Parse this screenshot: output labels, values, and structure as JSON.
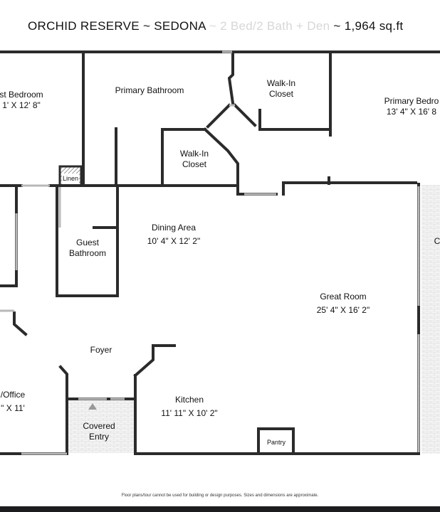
{
  "header": {
    "property": "ORCHID RESERVE ~ SEDONA",
    "faded_sep": " ~ 2 Bed/2 Bath + Den ",
    "sep": "~",
    "area": "1,964 sq.ft"
  },
  "rooms": {
    "guest_bedroom": {
      "name": "st Bedroom",
      "dims": "1' X 12' 8\""
    },
    "primary_bathroom": {
      "name": "Primary Bathroom"
    },
    "walkin_closet_top": {
      "line1": "Walk-In",
      "line2": "Closet"
    },
    "primary_bedroom": {
      "name": "Primary Bedro",
      "dims": "13' 4\" X 16' 8"
    },
    "walkin_closet_mid": {
      "line1": "Walk-In",
      "line2": "Closet"
    },
    "linen": {
      "name": "Linen"
    },
    "dining_area": {
      "name": "Dining Area",
      "dims": "10' 4\" X 12' 2\""
    },
    "guest_bathroom": {
      "line1": "Guest",
      "line2": "Bathroom"
    },
    "great_room": {
      "name": "Great Room",
      "dims": "25' 4\" X 16' 2\""
    },
    "foyer": {
      "name": "Foyer"
    },
    "office": {
      "name": "/Office",
      "dims": "\" X 11'"
    },
    "kitchen": {
      "name": "Kitchen",
      "dims": "11' 11\" X 10' 2\""
    },
    "covered_entry": {
      "line1": "Covered",
      "line2": "Entry"
    },
    "pantry": {
      "name": "Pantry"
    },
    "patio_cut": {
      "name": "C"
    }
  },
  "footer": {
    "note": "Floor plans/tour cannot be used for building or design purposes. Sizes and dimensions are approximate."
  },
  "colors": {
    "wall": "#2b2b2b",
    "window": "#b8b8b8",
    "patio_fill": "#f2f2f2",
    "bottom_bar": "#1c1c1e"
  }
}
